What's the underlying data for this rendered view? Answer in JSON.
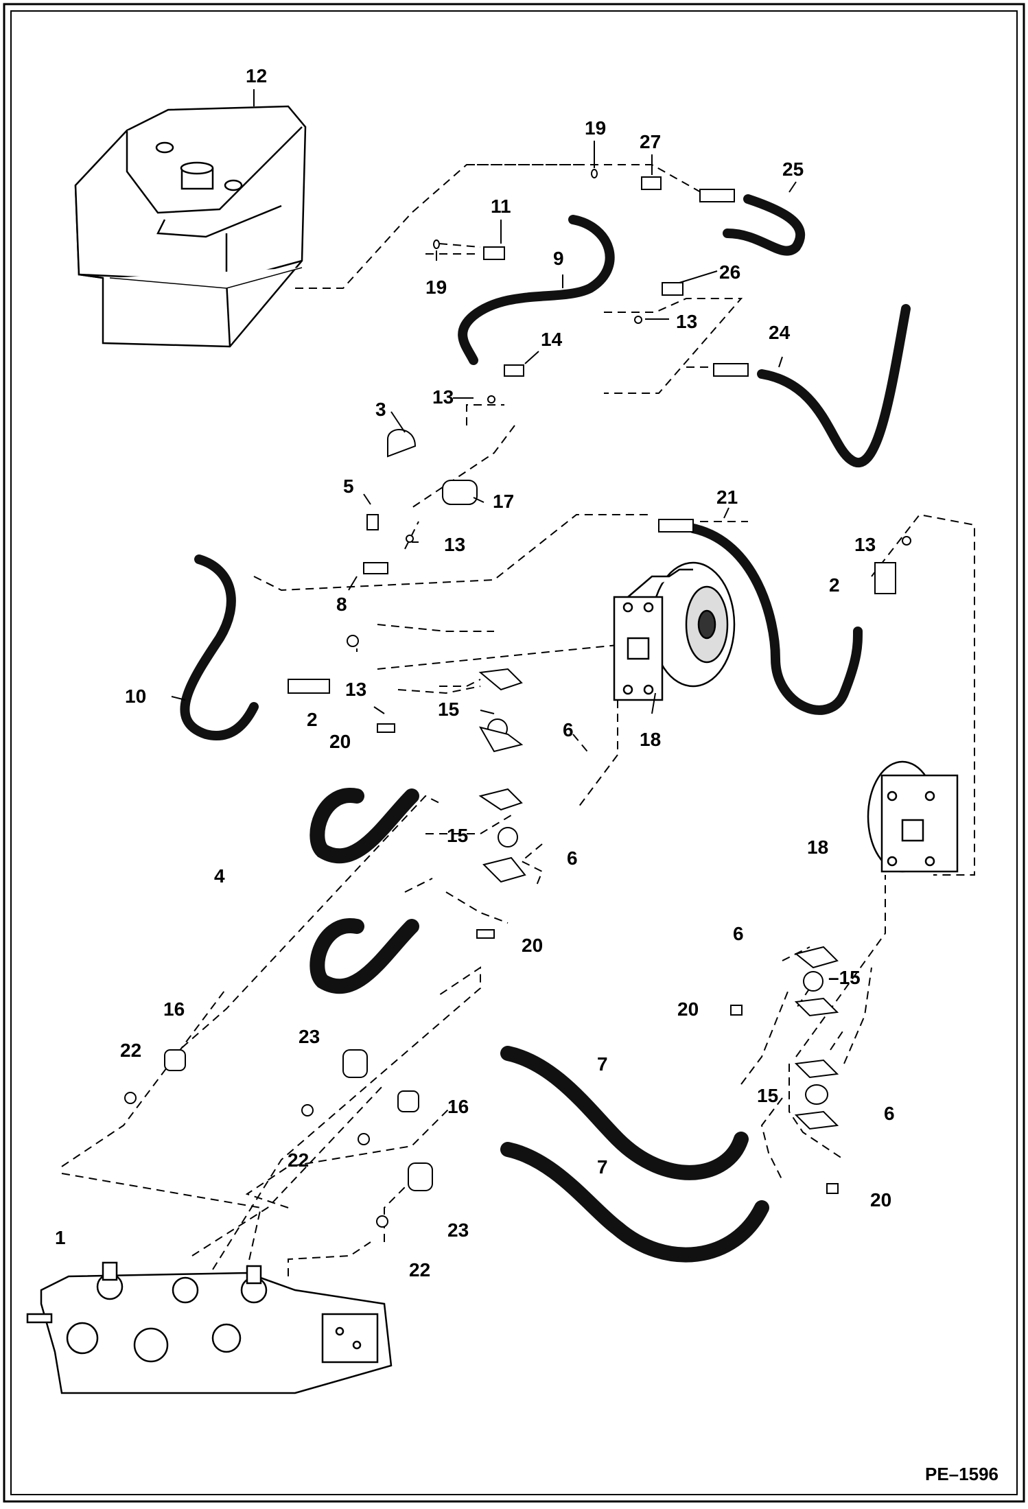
{
  "drawing_id": "PE–1596",
  "labels": {
    "12": "12",
    "19a": "19",
    "27": "27",
    "25": "25",
    "11": "11",
    "9": "9",
    "19b": "19",
    "26": "26",
    "13a": "13",
    "24": "24",
    "14": "14",
    "13b": "13",
    "3": "3",
    "17": "17",
    "5": "5",
    "13c": "13",
    "21": "21",
    "13d": "13",
    "2a": "2",
    "8": "8",
    "13e": "13",
    "10": "10",
    "2b": "2",
    "15a": "15",
    "6a": "6",
    "20a": "20",
    "18a": "18",
    "15b": "15",
    "6b": "6",
    "4": "4",
    "20b": "20",
    "18b": "18",
    "6c": "6",
    "15c": "–15",
    "20c": "20",
    "16a": "16",
    "22a": "22",
    "23a": "23",
    "7a": "7",
    "16b": "16",
    "22b": "22",
    "15d": "15",
    "6d": "6",
    "7b": "7",
    "20d": "20",
    "1": "1",
    "23b": "23",
    "22c": "22"
  }
}
